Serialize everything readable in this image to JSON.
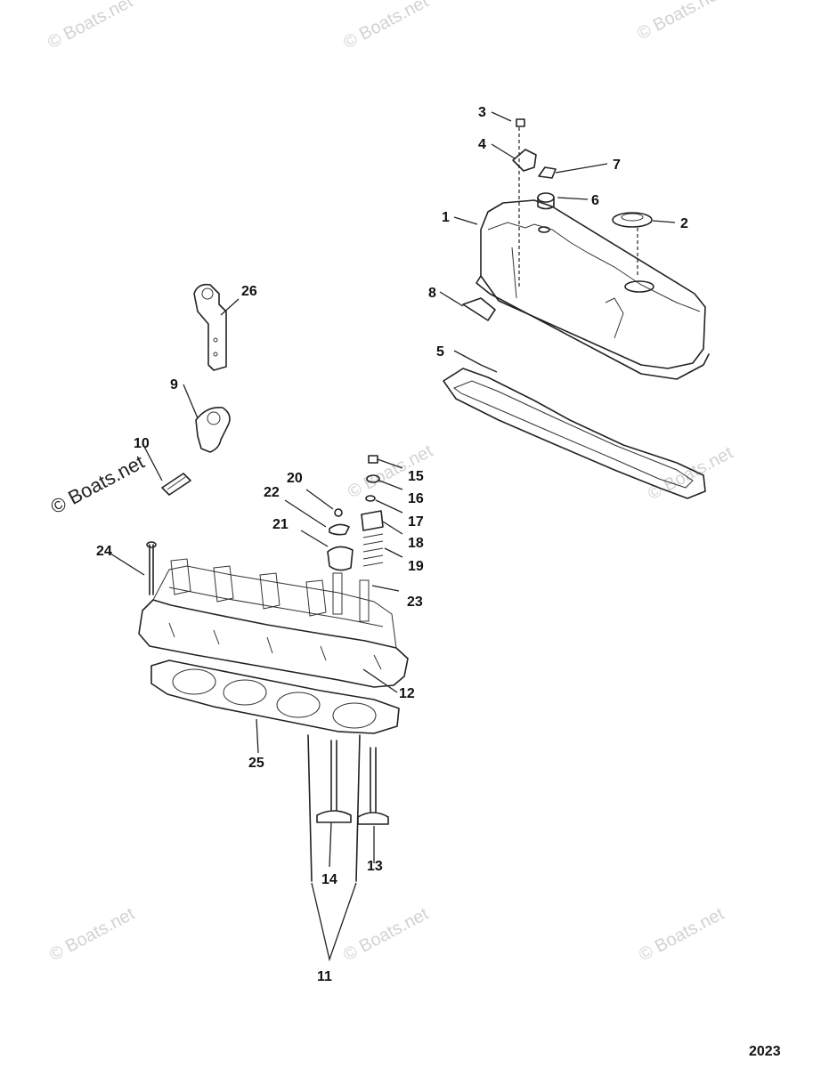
{
  "watermark": "© Boats.net",
  "figure_number": "2023",
  "callouts": [
    "1",
    "2",
    "3",
    "4",
    "5",
    "6",
    "7",
    "8",
    "9",
    "10",
    "11",
    "12",
    "13",
    "14",
    "15",
    "16",
    "17",
    "18",
    "19",
    "20",
    "21",
    "22",
    "23",
    "24",
    "25",
    "26"
  ]
}
